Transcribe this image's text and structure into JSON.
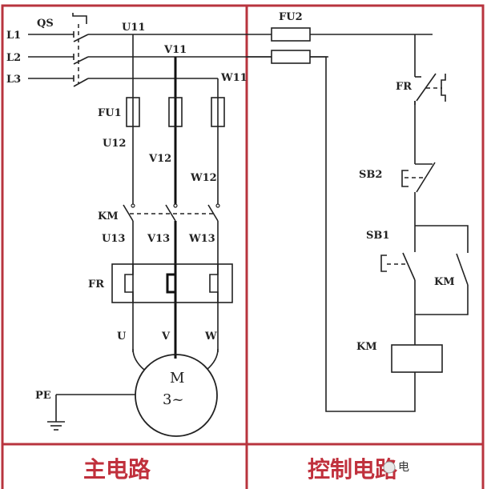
{
  "colors": {
    "frame": "#b8343e",
    "title": "#c0303c",
    "wire": "#222222"
  },
  "main_circuit": {
    "title": "主电路",
    "phases": [
      "L1",
      "L2",
      "L3"
    ],
    "switch_label": "QS",
    "nodes_11": [
      "U11",
      "V11",
      "W11"
    ],
    "fuse_label": "FU1",
    "nodes_12": [
      "U12",
      "V12",
      "W12"
    ],
    "contactor_label": "KM",
    "nodes_13": [
      "U13",
      "V13",
      "W13"
    ],
    "overload_label": "FR",
    "motor_terminals": [
      "U",
      "V",
      "W"
    ],
    "motor_symbol": "M",
    "motor_phase": "3~",
    "ground_label": "PE"
  },
  "control_circuit": {
    "title": "控制电路",
    "fuse_label": "FU2",
    "overload_contact_label": "FR",
    "stop_button_label": "SB2",
    "start_button_label": "SB1",
    "aux_contact_label": "KM",
    "coil_label": "KM"
  },
  "watermark": {
    "text": "电"
  }
}
